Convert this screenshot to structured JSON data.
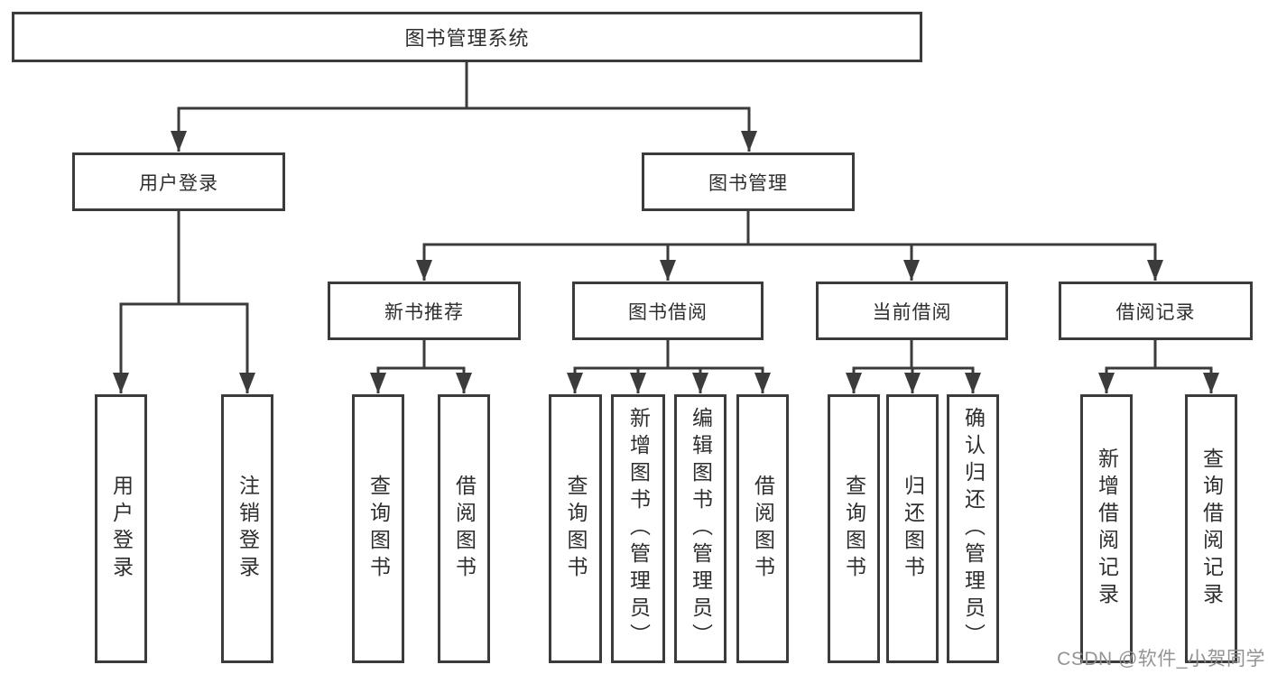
{
  "tree": {
    "root": "图书管理系统",
    "branches": [
      {
        "label": "用户登录",
        "children": [
          "用户登录",
          "注销登录"
        ]
      },
      {
        "label": "图书管理",
        "groups": [
          {
            "label": "新书推荐",
            "children": [
              "查询图书",
              "借阅图书"
            ]
          },
          {
            "label": "图书借阅",
            "children": [
              "查询图书",
              "新增图书（管理员）",
              "编辑图书（管理员）",
              "借阅图书"
            ]
          },
          {
            "label": "当前借阅",
            "children": [
              "查询图书",
              "归还图书",
              "确认归还（管理员）"
            ]
          },
          {
            "label": "借阅记录",
            "children": [
              "新增借阅记录",
              "查询借阅记录"
            ]
          }
        ]
      }
    ]
  },
  "watermark": "CSDN @软件_小贺同学",
  "colors": {
    "line": "#3b3b3b",
    "text": "#2e2e2e",
    "background": "#ffffff",
    "watermark": "#8d8d8d"
  }
}
